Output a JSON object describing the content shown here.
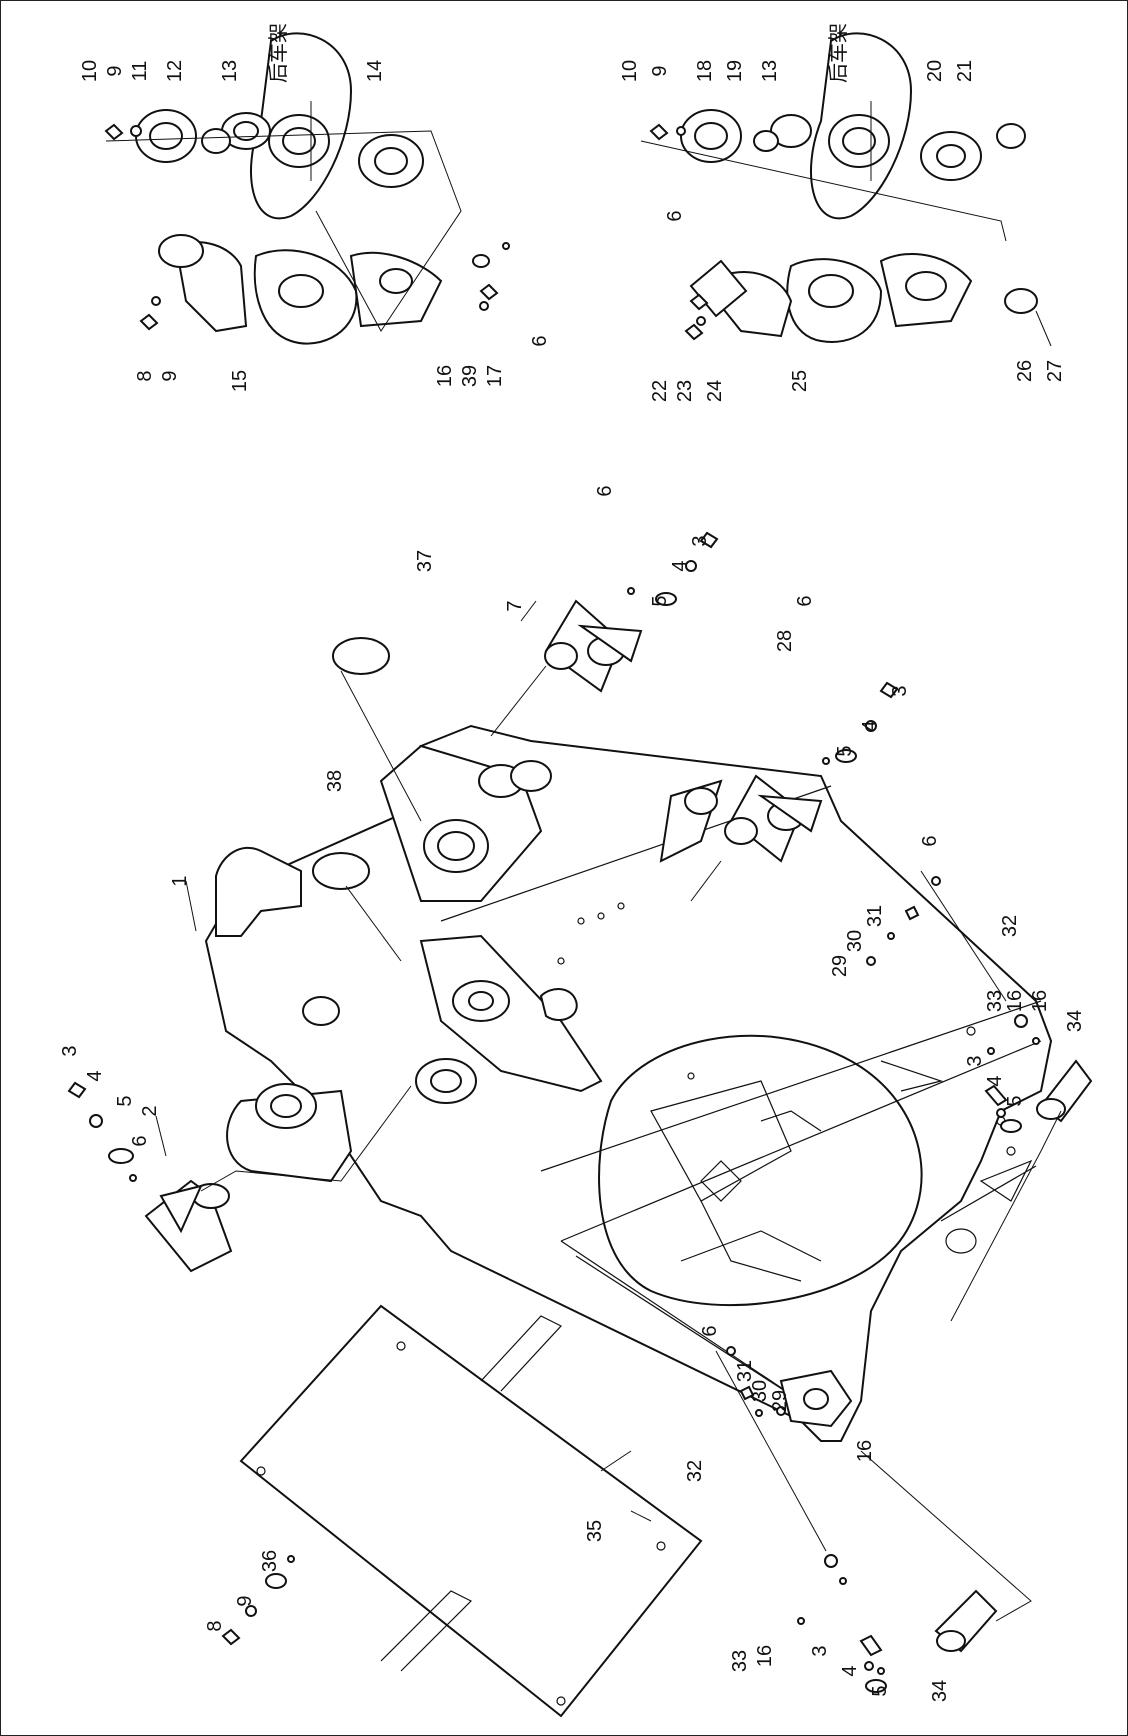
{
  "texts": {
    "rear_frame_label_1": "后车架",
    "rear_frame_label_2": "后车架"
  },
  "callouts": [
    {
      "id": "c1",
      "text": "1"
    },
    {
      "id": "c2",
      "text": "2"
    },
    {
      "id": "c3a",
      "text": "3"
    },
    {
      "id": "c4a",
      "text": "4"
    },
    {
      "id": "c5a",
      "text": "5"
    },
    {
      "id": "c6a",
      "text": "6"
    },
    {
      "id": "c7",
      "text": "7"
    },
    {
      "id": "c6b",
      "text": "6"
    },
    {
      "id": "c5b",
      "text": "5"
    },
    {
      "id": "c4b",
      "text": "4"
    },
    {
      "id": "c3b",
      "text": "3"
    },
    {
      "id": "c37",
      "text": "37"
    },
    {
      "id": "c38",
      "text": "38"
    },
    {
      "id": "c28",
      "text": "28"
    },
    {
      "id": "c6c",
      "text": "6"
    },
    {
      "id": "c5c",
      "text": "5"
    },
    {
      "id": "c4c",
      "text": "4"
    },
    {
      "id": "c3c",
      "text": "3"
    },
    {
      "id": "c6d",
      "text": "6"
    },
    {
      "id": "c32a",
      "text": "32"
    },
    {
      "id": "c31a",
      "text": "31"
    },
    {
      "id": "c30a",
      "text": "30"
    },
    {
      "id": "c29a",
      "text": "29"
    },
    {
      "id": "c33a",
      "text": "33"
    },
    {
      "id": "c16a",
      "text": "16"
    },
    {
      "id": "c16b",
      "text": "16"
    },
    {
      "id": "c34a",
      "text": "34"
    },
    {
      "id": "c3d",
      "text": "3"
    },
    {
      "id": "c4d",
      "text": "4"
    },
    {
      "id": "c5d",
      "text": "5"
    },
    {
      "id": "c8a",
      "text": "8"
    },
    {
      "id": "c9a",
      "text": "9"
    },
    {
      "id": "c36",
      "text": "36"
    },
    {
      "id": "c35",
      "text": "35"
    },
    {
      "id": "c6e",
      "text": "6"
    },
    {
      "id": "c29b",
      "text": "29"
    },
    {
      "id": "c30b",
      "text": "30"
    },
    {
      "id": "c31b",
      "text": "31"
    },
    {
      "id": "c32b",
      "text": "32"
    },
    {
      "id": "c16c",
      "text": "16"
    },
    {
      "id": "c33b",
      "text": "33"
    },
    {
      "id": "c16d",
      "text": "16"
    },
    {
      "id": "c3e",
      "text": "3"
    },
    {
      "id": "c4e",
      "text": "4"
    },
    {
      "id": "c5e",
      "text": "5"
    },
    {
      "id": "c34b",
      "text": "34"
    },
    {
      "id": "c10a",
      "text": "10"
    },
    {
      "id": "c9b",
      "text": "9"
    },
    {
      "id": "c11",
      "text": "11"
    },
    {
      "id": "c12",
      "text": "12"
    },
    {
      "id": "c13a",
      "text": "13"
    },
    {
      "id": "c14",
      "text": "14"
    },
    {
      "id": "c8b",
      "text": "8"
    },
    {
      "id": "c9c",
      "text": "9"
    },
    {
      "id": "c15",
      "text": "15"
    },
    {
      "id": "c16e",
      "text": "16"
    },
    {
      "id": "c39",
      "text": "39"
    },
    {
      "id": "c17",
      "text": "17"
    },
    {
      "id": "c6f",
      "text": "6"
    },
    {
      "id": "c10b",
      "text": "10"
    },
    {
      "id": "c9d",
      "text": "9"
    },
    {
      "id": "c18",
      "text": "18"
    },
    {
      "id": "c19",
      "text": "19"
    },
    {
      "id": "c13b",
      "text": "13"
    },
    {
      "id": "c20",
      "text": "20"
    },
    {
      "id": "c21",
      "text": "21"
    },
    {
      "id": "c6g",
      "text": "6"
    },
    {
      "id": "c22",
      "text": "22"
    },
    {
      "id": "c23",
      "text": "23"
    },
    {
      "id": "c24",
      "text": "24"
    },
    {
      "id": "c25",
      "text": "25"
    },
    {
      "id": "c26",
      "text": "26"
    },
    {
      "id": "c27",
      "text": "27"
    }
  ]
}
